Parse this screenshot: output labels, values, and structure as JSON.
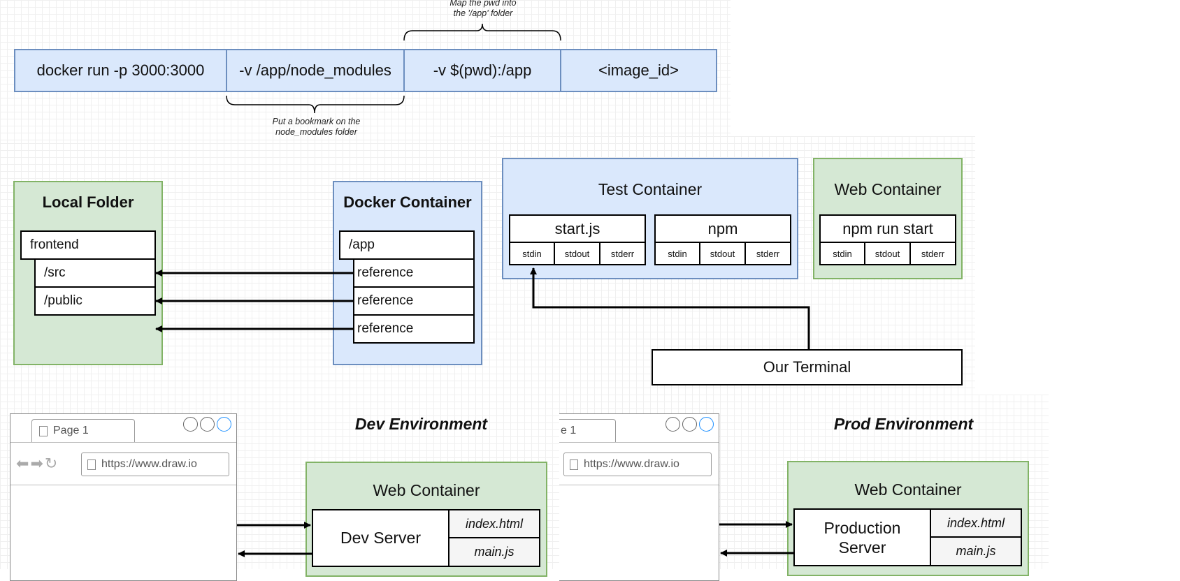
{
  "command": {
    "cells": [
      "docker run -p 3000:3000",
      "-v /app/node_modules",
      "-v $(pwd):/app",
      "<image_id>"
    ],
    "note_top": [
      "Map the pwd into",
      "the '/app' folder"
    ],
    "note_bottom": [
      "Put a bookmark on the",
      "node_modules folder"
    ]
  },
  "volumes": {
    "local": {
      "title": "Local Folder",
      "items": [
        "frontend",
        "/src",
        "/public"
      ]
    },
    "docker": {
      "title": "Docker Container",
      "items": [
        "/app",
        "reference",
        "reference",
        "reference"
      ]
    }
  },
  "containers": {
    "test": {
      "title": "Test Container",
      "procs": [
        {
          "name": "start.js",
          "streams": [
            "stdin",
            "stdout",
            "stderr"
          ]
        },
        {
          "name": "npm",
          "streams": [
            "stdin",
            "stdout",
            "stderr"
          ]
        }
      ]
    },
    "web": {
      "title": "Web Container",
      "procs": [
        {
          "name": "npm run start",
          "streams": [
            "stdin",
            "stdout",
            "stderr"
          ]
        }
      ]
    },
    "terminal": "Our Terminal"
  },
  "dev": {
    "heading": "Dev Environment",
    "browser": {
      "tab": "Page 1",
      "url": "https://www.draw.io"
    },
    "container": {
      "title": "Web Container",
      "server": "Dev Server",
      "files": [
        "index.html",
        "main.js"
      ]
    }
  },
  "prod": {
    "heading": "Prod Environment",
    "browser": {
      "tab": "e 1",
      "url": "https://www.draw.io"
    },
    "container": {
      "title": "Web Container",
      "server": "Production Server",
      "files": [
        "index.html",
        "main.js"
      ]
    }
  }
}
